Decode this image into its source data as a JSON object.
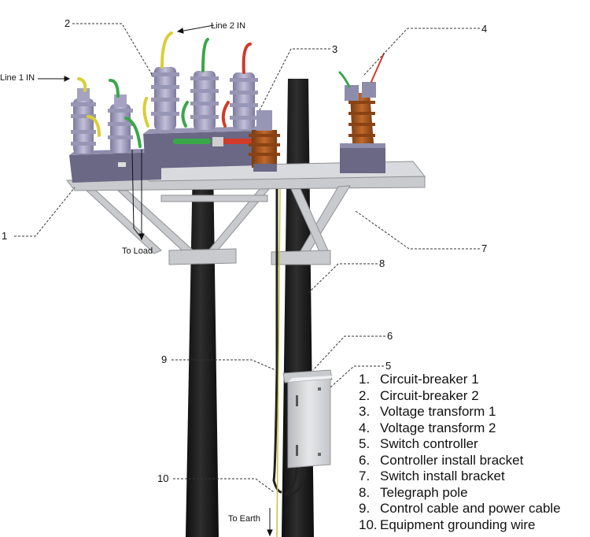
{
  "annotations": {
    "line1_in": "Line 1 IN",
    "line2_in": "Line 2 IN",
    "to_load": "To Load",
    "to_earth": "To Earth"
  },
  "callouts": [
    "1",
    "2",
    "3",
    "4",
    "5",
    "6",
    "7",
    "8",
    "9",
    "10"
  ],
  "legend": [
    {
      "num": "1.",
      "text": "Circuit-breaker 1"
    },
    {
      "num": "2.",
      "text": "Circuit-breaker 2"
    },
    {
      "num": "3.",
      "text": "Voltage transform 1"
    },
    {
      "num": "4.",
      "text": "Voltage transform 2"
    },
    {
      "num": "5.",
      "text": "Switch controller"
    },
    {
      "num": "6.",
      "text": "Controller install bracket"
    },
    {
      "num": "7.",
      "text": "Switch install bracket"
    },
    {
      "num": "8.",
      "text": "Telegraph pole"
    },
    {
      "num": "9.",
      "text": "Control cable and power cable"
    },
    {
      "num": "10.",
      "text": "Equipment grounding wire"
    }
  ],
  "colors": {
    "pole": "#1c1c1c",
    "breaker": "#9a97b8",
    "bracket": "#c8cacd",
    "transformer_insulator": "#a5561f",
    "cable_green": "#3aa64a",
    "cable_red": "#d23a2a",
    "cable_yellow": "#d9cf35"
  }
}
